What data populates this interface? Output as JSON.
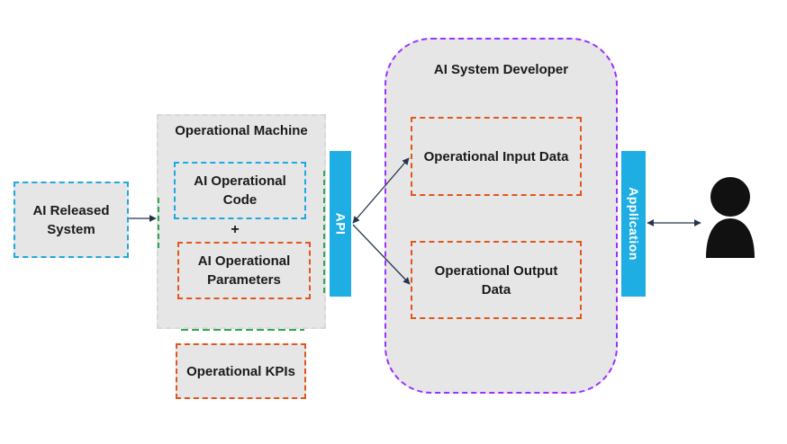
{
  "released_system": {
    "label_line1": "AI Released",
    "label_line2": "System"
  },
  "operational_machine": {
    "title": "Operational Machine",
    "code": {
      "line1": "AI Operational",
      "line2": "Code"
    },
    "plus": "+",
    "parameters": {
      "line1": "AI Operational",
      "line2": "Parameters"
    }
  },
  "kpis": {
    "label": "Operational KPIs"
  },
  "api_bar": {
    "label": "API"
  },
  "developer": {
    "title": "AI System Developer",
    "input": {
      "label": "Operational Input Data"
    },
    "output": {
      "line1": "Operational Output",
      "line2": "Data"
    }
  },
  "application_bar": {
    "label": "Application"
  },
  "user": {
    "icon": "user-icon"
  },
  "colors": {
    "blue_dash": "#1ea9e1",
    "orange_dash": "#e0561c",
    "green_dash": "#2fa84f",
    "purple_dash": "#9b30ff",
    "bar_blue": "#1eaee4",
    "box_grey": "#e6e6e6",
    "connector": "#24344d"
  }
}
